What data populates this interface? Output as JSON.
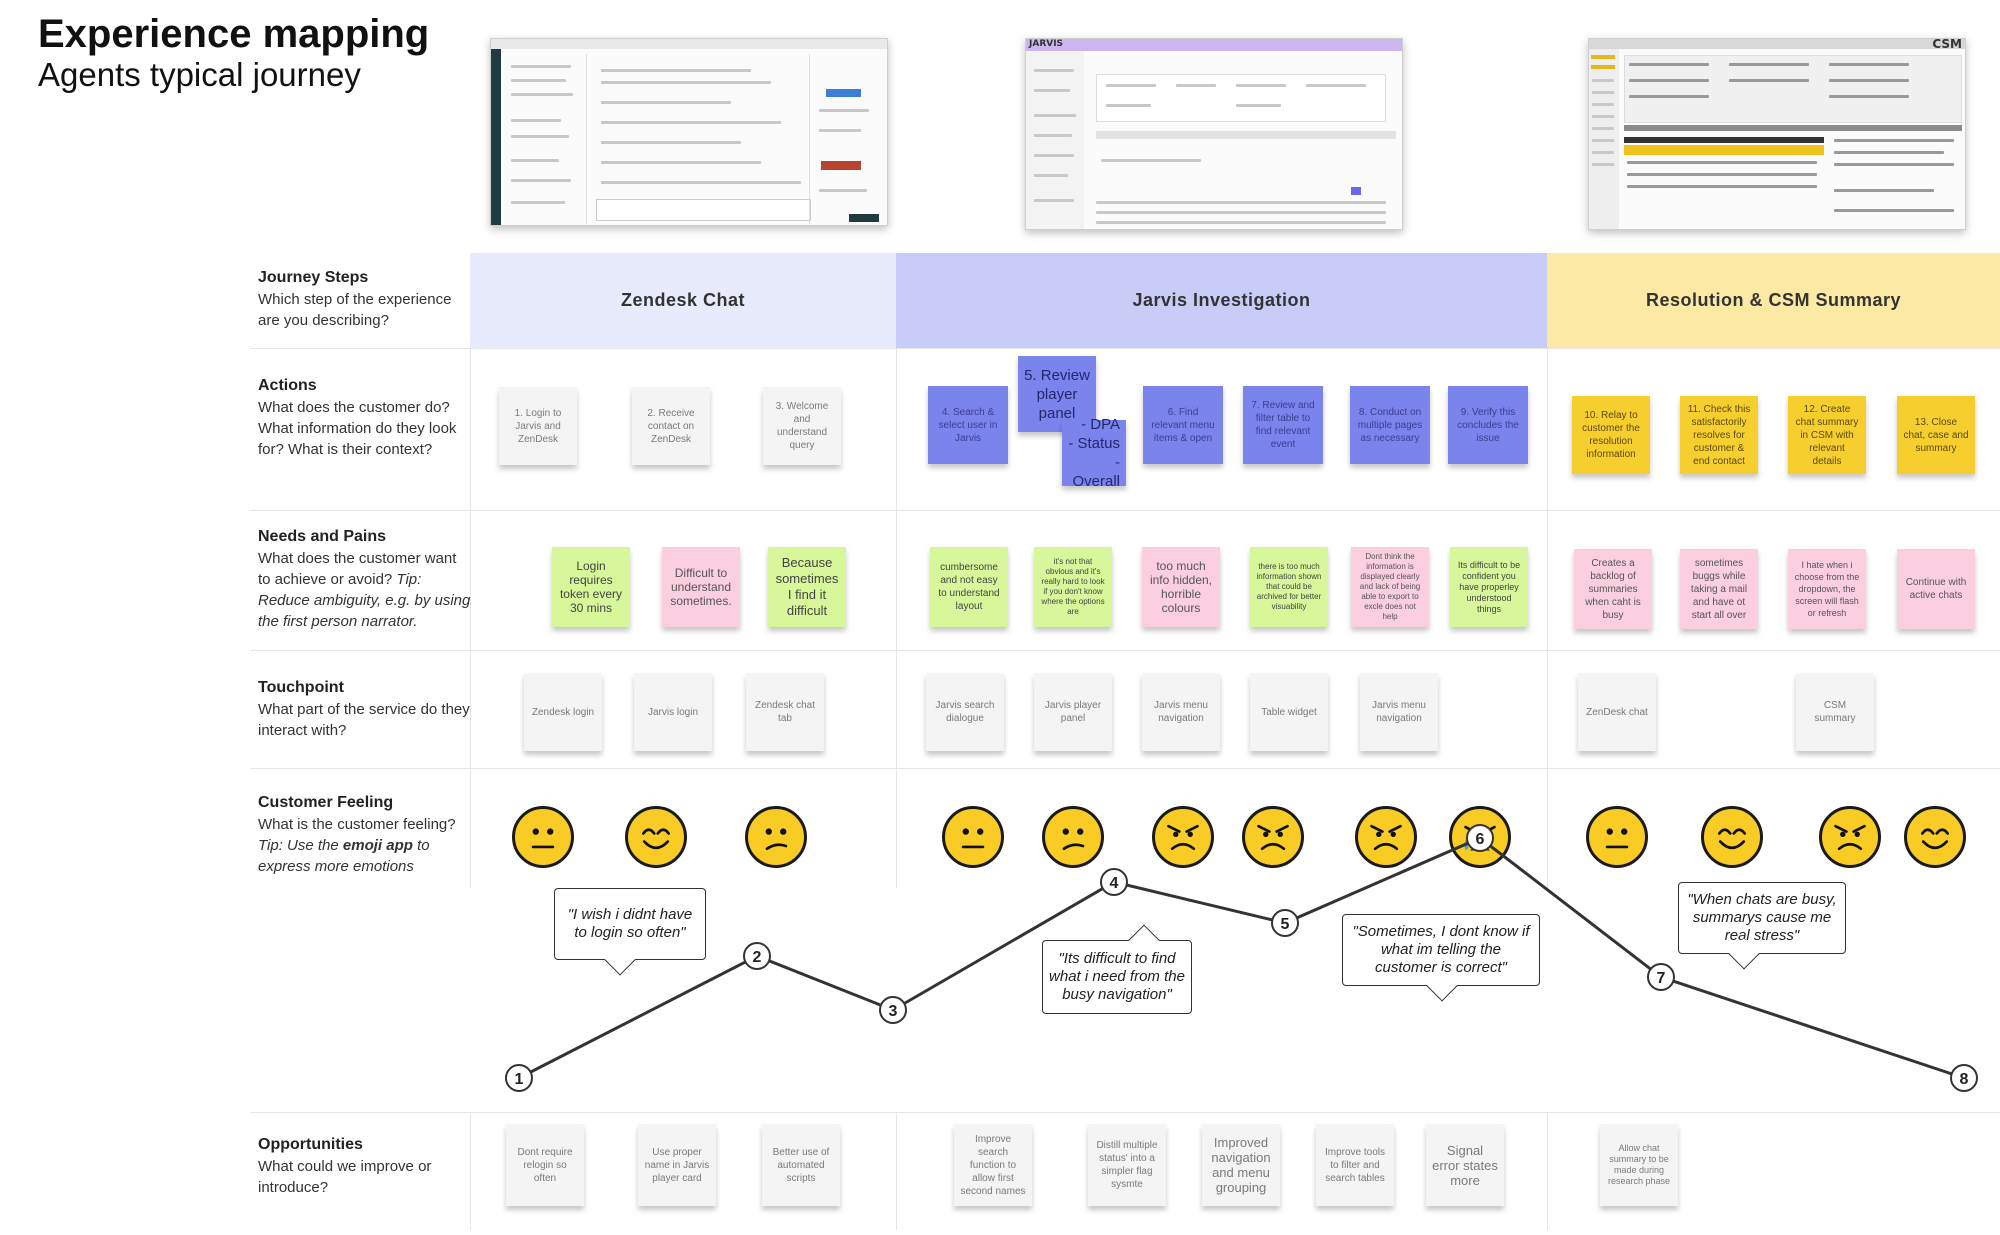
{
  "header": {
    "title": "Experience mapping",
    "subtitle": "Agents typical journey"
  },
  "rows": {
    "journey_steps": {
      "heading": "Journey Steps",
      "text": "Which step of the experience are you describing?"
    },
    "actions": {
      "heading": "Actions",
      "text": "What does the customer do? What information do they look for? What is their context?"
    },
    "needs": {
      "heading": "Needs and Pains",
      "text": "What does the customer want to achieve or avoid? ",
      "tip": "Tip: Reduce ambiguity, e.g. by using the first person narrator."
    },
    "touchpoint": {
      "heading": "Touchpoint",
      "text": "What part of the service do they interact with?"
    },
    "feeling": {
      "heading": "Customer Feeling",
      "text": "What is the customer feeling? ",
      "tip_a": "Tip: Use the ",
      "tip_b": "emoji app",
      "tip_c": " to express more emotions"
    },
    "opportunities": {
      "heading": "Opportunities",
      "text": "What could we improve or introduce?"
    }
  },
  "phases": [
    {
      "label": "Zendesk Chat",
      "color": "#e8ebfb"
    },
    {
      "label": "Jarvis Investigation",
      "color": "#c8ccf7"
    },
    {
      "label": "Resolution & CSM Summary",
      "color": "#fbe9a4"
    }
  ],
  "screenshots": {
    "jarvis_logo": "JARVIS",
    "csm_logo": "CSM"
  },
  "actions": [
    {
      "text": "1. Login to Jarvis and ZenDesk",
      "color": "white"
    },
    {
      "text": "2. Receive contact on ZenDesk",
      "color": "white"
    },
    {
      "text": "3. Welcome and understand query",
      "color": "white"
    },
    {
      "text": "4. Search & select user in Jarvis",
      "color": "blue"
    },
    {
      "text": "5. Review player panel",
      "color": "blue"
    },
    {
      "text": "- DPA\n- Status\n- Overall",
      "color": "blue"
    },
    {
      "text": "6. Find relevant menu items & open",
      "color": "blue"
    },
    {
      "text": "7. Review and filter table to find relevant event",
      "color": "blue"
    },
    {
      "text": "8. Conduct on multiple pages as necessary",
      "color": "blue"
    },
    {
      "text": "9. Verify this concludes the issue",
      "color": "blue"
    },
    {
      "text": "10. Relay to customer the resolution information",
      "color": "yellow"
    },
    {
      "text": "11. Check this satisfactorily resolves for customer & end contact",
      "color": "yellow"
    },
    {
      "text": "12. Create chat summary in CSM with relevant details",
      "color": "yellow"
    },
    {
      "text": "13. Close chat, case and summary",
      "color": "yellow"
    }
  ],
  "needs": [
    {
      "text": "Login requires token every 30 mins",
      "color": "green"
    },
    {
      "text": "Difficult to understand sometimes.",
      "color": "pink"
    },
    {
      "text": "Because sometimes I find it difficult",
      "color": "green"
    },
    {
      "text": "cumbersome and not easy to understand layout",
      "color": "green"
    },
    {
      "text": "it's not that obvious and it's really hard to look if you don't know where the options are",
      "color": "green"
    },
    {
      "text": "too much info hidden, horrible colours",
      "color": "pink"
    },
    {
      "text": "there is too much information shown that could be archived for better visuability",
      "color": "green"
    },
    {
      "text": "Dont think the information is displayed clearly and lack of being able to export to excle does not help",
      "color": "pink"
    },
    {
      "text": "Its difficult to be confident you have properley understood things",
      "color": "green"
    },
    {
      "text": "Creates a backlog of summaries when caht is busy",
      "color": "pink"
    },
    {
      "text": "sometimes buggs while taking a mail and have ot start all over",
      "color": "pink"
    },
    {
      "text": "I hate when i choose from the dropdown, the screen will flash or refresh",
      "color": "pink"
    },
    {
      "text": "Continue with active chats",
      "color": "pink"
    }
  ],
  "touchpoints": [
    "Zendesk login",
    "Jarvis login",
    "Zendesk chat tab",
    "Jarvis search dialogue",
    "Jarvis player panel",
    "Jarvis menu navigation",
    "Table widget",
    "Jarvis menu navigation",
    "ZenDesk chat",
    "CSM summary"
  ],
  "feelings": [
    "neutral-face-icon",
    "smiling-face-icon",
    "confused-face-icon",
    "neutral-face-icon",
    "confused-face-icon",
    "angry-face-icon",
    "angry-face-icon",
    "angry-face-icon",
    "crying-face-icon",
    "neutral-face-icon",
    "smiling-face-icon",
    "angry-face-icon",
    "smiling-face-icon"
  ],
  "journey_points": [
    "1",
    "2",
    "3",
    "4",
    "5",
    "6",
    "7",
    "8"
  ],
  "quotes": [
    "\"I wish i didnt have to login so often\"",
    "\"Its difficult to find what i need from the busy navigation\"",
    "\"Sometimes, I dont know if what im telling the customer is correct\"",
    "\"When chats are busy, summarys cause me real stress\""
  ],
  "opportunities": [
    {
      "text": "Dont require relogin so often",
      "style": "small"
    },
    {
      "text": "Use proper name in Jarvis player card",
      "style": "small"
    },
    {
      "text": "Better use of automated scripts",
      "style": "small"
    },
    {
      "text": "Improve search function to allow first second names",
      "style": "small"
    },
    {
      "text": "Distill multiple status' into a simpler flag sysmte",
      "style": "small"
    },
    {
      "text": "Improved navigation and menu grouping",
      "style": "med"
    },
    {
      "text": "Improve tools to filter and search tables",
      "style": "small"
    },
    {
      "text": "Signal error states more",
      "style": "med"
    },
    {
      "text": "Allow chat summary to be made during research phase",
      "style": "small"
    }
  ],
  "colors": {
    "sticky_white": "#f4f4f4",
    "sticky_blue": "#7b83ec",
    "sticky_green": "#d7f79a",
    "sticky_pink": "#fbcfe0",
    "sticky_yellow": "#f6cf2f",
    "emoji_yellow": "#f9cc25"
  }
}
